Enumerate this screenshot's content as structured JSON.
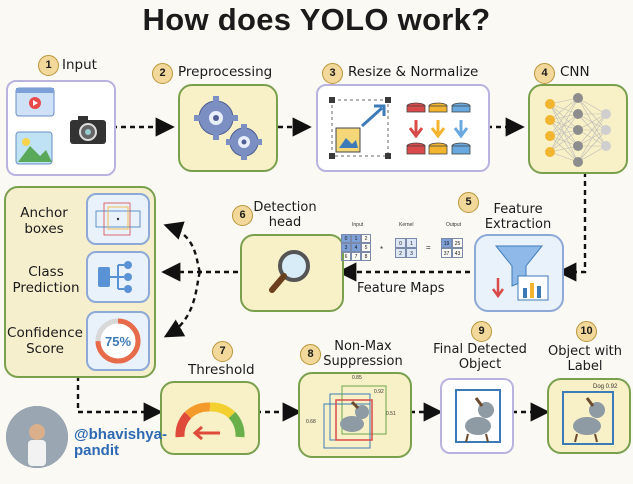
{
  "title": "How does YOLO work?",
  "steps": [
    {
      "num": "1",
      "label": "Input"
    },
    {
      "num": "2",
      "label": "Preprocessing"
    },
    {
      "num": "3",
      "label": "Resize & Normalize"
    },
    {
      "num": "4",
      "label": "CNN"
    },
    {
      "num": "5",
      "label_line1": "Feature",
      "label_line2": "Extraction"
    },
    {
      "num": "6",
      "label_line1": "Detection",
      "label_line2": "head"
    },
    {
      "num": "7",
      "label": "Threshold"
    },
    {
      "num": "8",
      "label_line1": "Non-Max",
      "label_line2": "Suppression"
    },
    {
      "num": "9",
      "label_line1": "Final Detected",
      "label_line2": "Object"
    },
    {
      "num": "10",
      "label_line1": "Object with",
      "label_line2": "Label"
    }
  ],
  "outputs": {
    "anchor": {
      "line1": "Anchor",
      "line2": "boxes"
    },
    "class": {
      "line1": "Class",
      "line2": "Prediction"
    },
    "confidence": {
      "line1": "Confidence",
      "line2": "Score",
      "gauge_value": "75%"
    }
  },
  "feature_maps": {
    "label": "Feature Maps",
    "input_label": "Input",
    "kernel_label": "Kernel",
    "output_label": "Output",
    "input": [
      "0",
      "1",
      "2",
      "3",
      "4",
      "5",
      "6",
      "7",
      "8"
    ],
    "kernel": [
      "0",
      "1",
      "2",
      "3"
    ],
    "output": [
      "19",
      "25",
      "37",
      "43"
    ],
    "star": "*",
    "equals": "="
  },
  "nms_scores": [
    "0.85",
    "0.92",
    "0.68",
    "0.51"
  ],
  "final_label": "Dog 0.92",
  "author": {
    "line1": "@bhavishya-",
    "line2": "pandit"
  },
  "colors": {
    "accent_yellow": "#f8f0c6",
    "accent_green": "#7aa04e",
    "accent_blue": "#8ea9d8",
    "arrow": "#111111"
  }
}
